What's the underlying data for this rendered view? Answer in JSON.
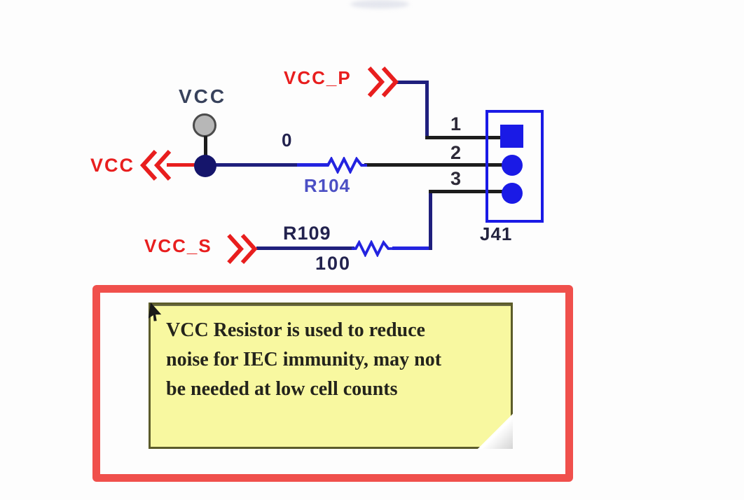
{
  "schematic": {
    "power_port": {
      "label": "VCC"
    },
    "left_port": {
      "label": "VCC"
    },
    "vcc_p_port": {
      "label": "VCC_P"
    },
    "vcc_s_port": {
      "label": "VCC_S"
    },
    "r104": {
      "designator": "R104",
      "value": "0"
    },
    "r109": {
      "designator": "R109",
      "value": "100"
    },
    "connector": {
      "designator": "J41",
      "pin_numbers": [
        "1",
        "2",
        "3"
      ]
    },
    "colors": {
      "net_label_red": "#e81e1e",
      "wire_navy": "#1f1f7d",
      "wire_black": "#1c1c1c",
      "resistor_blue": "#2323e0",
      "symbol_blue": "#1a1ae6",
      "junction_navy": "#15156b",
      "designator_blue": "#4b4fc4",
      "value_dark_navy": "#22224e",
      "power_port_gray": "#b7b7b7"
    }
  },
  "note": {
    "lines": [
      "VCC Resistor is used to reduce",
      "noise for IEC immunity, may not",
      "be needed at low cell counts"
    ],
    "fill_color": "#f8f8a0",
    "border_color": "#5c5c2a",
    "highlight_frame_color": "#f0504c"
  }
}
